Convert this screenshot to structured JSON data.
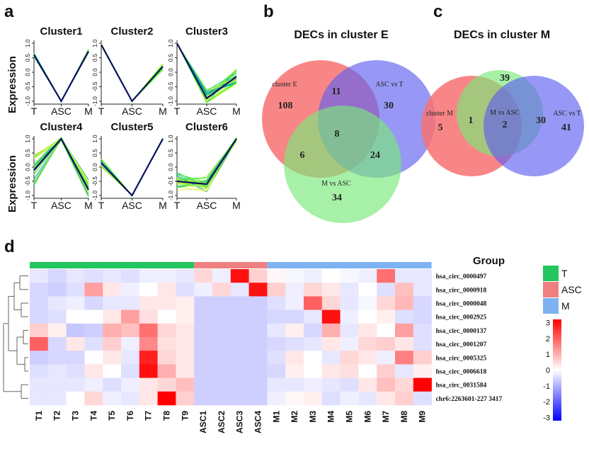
{
  "panels": {
    "a": "a",
    "b": "b",
    "c": "c",
    "d": "d"
  },
  "chart_data": [
    {
      "type": "line",
      "panel": "a",
      "ylabel": "Expression",
      "x_ticks": [
        "T",
        "ASC",
        "M"
      ],
      "y_ticks": [
        "1.0",
        "0.5",
        "0.0",
        "-0.5",
        "-1.0"
      ],
      "ylim": [
        -1.1,
        1.1
      ],
      "clusters": [
        {
          "title": "Cluster1",
          "centroid": [
            0.6,
            -1.0,
            0.72
          ],
          "spread": [
            0.08,
            0.0,
            0.08
          ],
          "n": 18
        },
        {
          "title": "Cluster2",
          "centroid": [
            0.95,
            -1.0,
            0.2
          ],
          "spread": [
            0.05,
            0.0,
            0.12
          ],
          "n": 16
        },
        {
          "title": "Cluster3",
          "centroid": [
            1.0,
            -0.9,
            -0.15
          ],
          "spread": [
            0.02,
            0.3,
            0.3
          ],
          "n": 40
        },
        {
          "title": "Cluster4",
          "centroid": [
            -0.1,
            1.0,
            -0.8
          ],
          "spread": [
            0.55,
            0.05,
            0.4
          ],
          "n": 40
        },
        {
          "title": "Cluster5",
          "centroid": [
            0.15,
            -1.0,
            1.0
          ],
          "spread": [
            0.15,
            0.0,
            0.03
          ],
          "n": 20
        },
        {
          "title": "Cluster6",
          "centroid": [
            -0.5,
            -0.6,
            1.0
          ],
          "spread": [
            0.35,
            0.3,
            0.1
          ],
          "n": 40
        }
      ]
    },
    {
      "type": "venn",
      "panel": "b",
      "title": "DECs in cluster E",
      "sets": [
        "cluster E",
        "ASC vs T",
        "M vs ASC"
      ],
      "regions": {
        "A": "108",
        "B": "30",
        "C": "34",
        "AB": "11",
        "AC": "6",
        "BC": "24",
        "ABC": "8"
      }
    },
    {
      "type": "venn",
      "panel": "c",
      "title": "DECs in cluster M",
      "sets": [
        "cluster M",
        "M vs ASC",
        "ASC vs T"
      ],
      "regions": {
        "A": "5",
        "B": "39",
        "C": "41",
        "AB": "1",
        "BC": "30",
        "ABC": "2"
      }
    },
    {
      "type": "heatmap",
      "panel": "d",
      "legend_title": "Group",
      "groups": [
        {
          "name": "T",
          "color": "#22c55e",
          "count": 9
        },
        {
          "name": "ASC",
          "color": "#f08080",
          "count": 4
        },
        {
          "name": "M",
          "color": "#7fb2f0",
          "count": 9
        }
      ],
      "columns": [
        "T1",
        "T2",
        "T3",
        "T4",
        "T5",
        "T6",
        "T7",
        "T8",
        "T9",
        "ASC1",
        "ASC2",
        "ASC3",
        "ASC4",
        "M1",
        "M2",
        "M3",
        "M4",
        "M5",
        "M6",
        "M7",
        "M8",
        "M9"
      ],
      "rows": [
        "hsa_circ_0000497",
        "hsa_circ_0000918",
        "hsa_circ_0000048",
        "hsa_circ_0002925",
        "hsa_circ_0000137",
        "hsa_circ_0001207",
        "hsa_circ_0005325",
        "hsa_circ_0006618",
        "hsa_circ_0031584",
        "chr6:2263601-227 3417"
      ],
      "values": [
        [
          -0.3,
          -0.5,
          -0.3,
          -0.4,
          -0.3,
          -0.4,
          -0.2,
          -0.2,
          -0.3,
          0.5,
          -0.2,
          3.0,
          0.6,
          0.1,
          -0.1,
          -0.2,
          0.0,
          -0.1,
          -0.2,
          1.8,
          -0.3,
          -0.3
        ],
        [
          -0.5,
          -0.6,
          -0.4,
          1.2,
          0.3,
          -0.2,
          0.0,
          0.3,
          -0.4,
          -0.2,
          0.5,
          -0.3,
          3.0,
          0.6,
          -0.2,
          0.5,
          0.3,
          -0.3,
          0.0,
          -0.4,
          0.8,
          -0.3
        ],
        [
          -0.5,
          -0.3,
          -0.2,
          -0.5,
          -0.3,
          -0.3,
          0.3,
          0.3,
          0.2,
          -0.6,
          -0.6,
          -0.6,
          -0.6,
          -0.4,
          -0.2,
          2.0,
          0.5,
          -0.3,
          -0.1,
          0.5,
          0.9,
          -0.5
        ],
        [
          -0.5,
          -0.4,
          0.0,
          0.0,
          0.3,
          1.2,
          0.4,
          0.0,
          0.2,
          -0.6,
          -0.6,
          -0.6,
          -0.6,
          -0.5,
          -0.5,
          -0.3,
          3.0,
          -0.2,
          0.0,
          0.2,
          -0.4,
          -0.5
        ],
        [
          0.6,
          0.2,
          -0.7,
          -0.6,
          1.0,
          0.8,
          1.8,
          0.5,
          0.3,
          -0.6,
          -0.6,
          -0.6,
          -0.6,
          -0.3,
          0.2,
          -0.5,
          1.0,
          -0.3,
          0.3,
          0.0,
          1.2,
          -0.4
        ],
        [
          2.0,
          -0.5,
          0.3,
          -0.4,
          0.6,
          -0.2,
          1.5,
          0.4,
          0.3,
          -0.6,
          -0.6,
          -0.6,
          -0.6,
          -0.5,
          -0.4,
          -0.3,
          0.3,
          -0.2,
          0.5,
          0.6,
          0.3,
          -0.4
        ],
        [
          -0.6,
          -0.5,
          -0.5,
          0.0,
          0.3,
          -0.3,
          2.8,
          0.5,
          0.3,
          -0.6,
          -0.6,
          -0.6,
          -0.6,
          -0.4,
          0.3,
          0.0,
          -0.3,
          0.5,
          0.3,
          -0.2,
          1.6,
          0.6
        ],
        [
          -0.4,
          -0.3,
          -0.4,
          0.3,
          0.0,
          -0.4,
          3.0,
          1.0,
          0.3,
          -0.6,
          -0.6,
          -0.6,
          -0.6,
          -0.5,
          0.2,
          0.0,
          0.3,
          0.4,
          0.0,
          0.6,
          -0.3,
          0.2
        ],
        [
          -0.3,
          -0.3,
          -0.3,
          -0.2,
          -0.4,
          -0.2,
          0.3,
          0.5,
          0.8,
          -0.6,
          -0.6,
          -0.6,
          -0.6,
          -0.3,
          -0.3,
          -0.2,
          -0.3,
          -0.4,
          0.3,
          0.8,
          0.5,
          3.2
        ],
        [
          -0.3,
          -0.3,
          0.0,
          0.5,
          -0.2,
          -0.3,
          0.3,
          3.2,
          0.6,
          -0.6,
          -0.6,
          -0.6,
          -0.6,
          -0.2,
          0.1,
          0.2,
          -0.4,
          -0.2,
          -0.3,
          0.3,
          0.6,
          -0.4
        ]
      ],
      "color_ticks": [
        "3",
        "2",
        "1",
        "0",
        "-1",
        "-2",
        "-3"
      ],
      "colors": {
        "low": "#0000ff",
        "mid": "#ffffff",
        "high": "#ff0000"
      },
      "vrange": [
        -3.2,
        3.2
      ]
    }
  ]
}
